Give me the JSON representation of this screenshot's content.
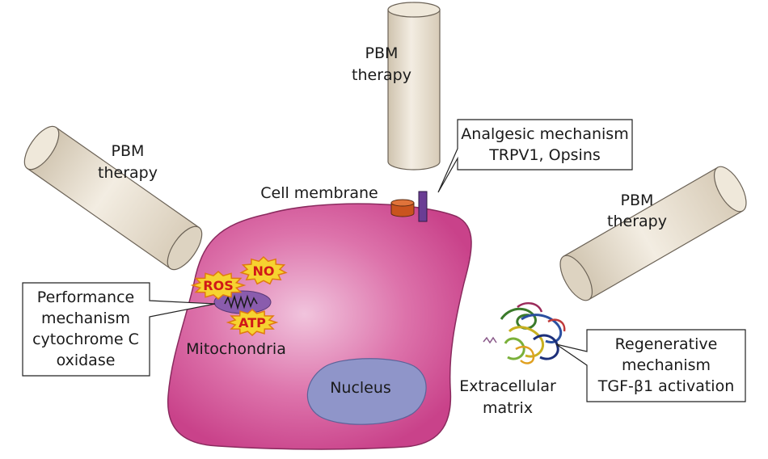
{
  "diagram": {
    "pbm_beams": {
      "left": {
        "line1": "PBM",
        "line2": "therapy"
      },
      "top": {
        "line1": "PBM",
        "line2": "therapy"
      },
      "right": {
        "line1": "PBM",
        "line2": "therapy"
      }
    },
    "labels": {
      "cell_membrane": "Cell membrane",
      "mitochondria": "Mitochondria",
      "nucleus": "Nucleus",
      "extracellular_line1": "Extracellular",
      "extracellular_line2": "matrix"
    },
    "bursts": {
      "ros": "ROS",
      "no": "NO",
      "atp": "ATP"
    },
    "callouts": {
      "analgesic": [
        "Analgesic mechanism",
        "TRPV1, Opsins"
      ],
      "performance": [
        "Performance",
        "mechanism",
        "cytochrome C",
        "oxidase"
      ],
      "regenerative": [
        "Regenerative",
        "mechanism",
        "TGF-β1 activation"
      ]
    },
    "colors": {
      "cell": "#d4589a",
      "cell_edge": "#8a2a5e",
      "nucleus": "#8f95c9",
      "mitochondria": "#8a5cad",
      "beam": "#e8e0d2",
      "burst_fill": "#f6d330",
      "burst_edge": "#e07a10",
      "burst_text": "#d01818",
      "receptor_orange": "#c9541e",
      "receptor_purple": "#6a3d94"
    }
  }
}
